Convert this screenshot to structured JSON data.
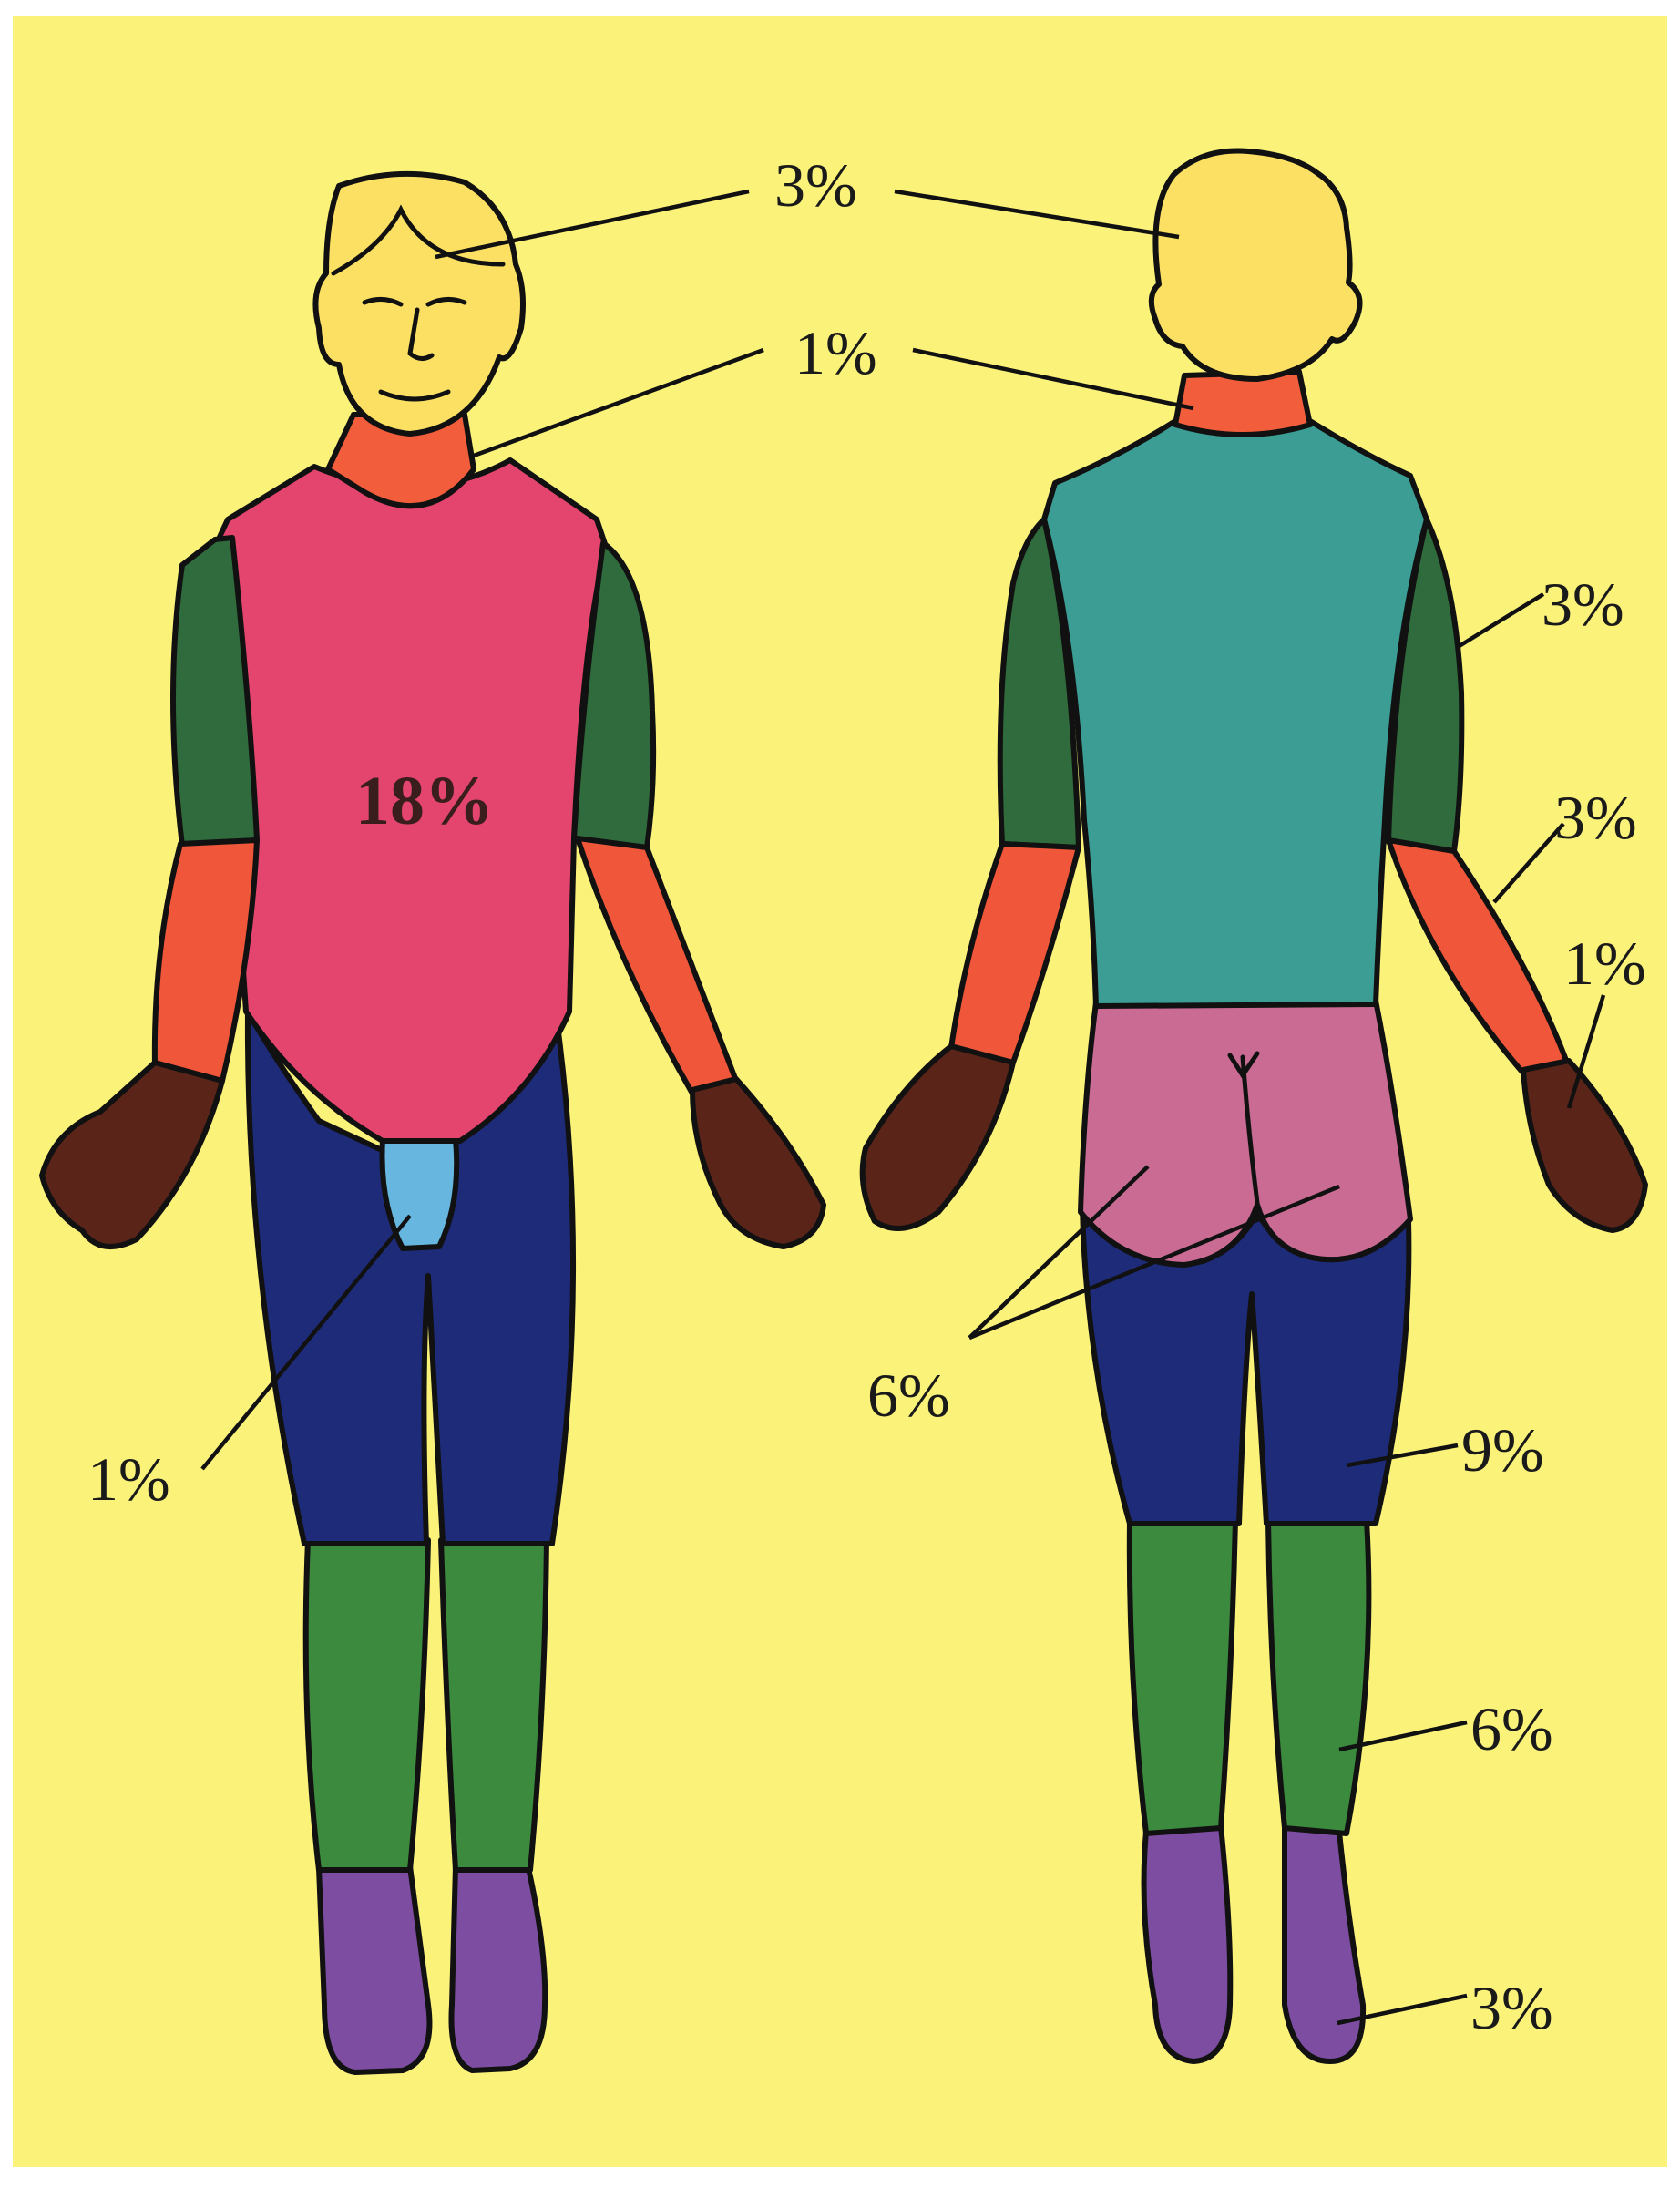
{
  "colors": {
    "background": "#fbf27a",
    "border": "#ffffff",
    "head": "#fbe063",
    "neck": "#f25e3c",
    "chest_front": "#e3456e",
    "back": "#3b9d94",
    "upper_arm": "#2f6b3c",
    "forearm": "#f0573a",
    "hand": "#5a2418",
    "genitals": "#66b6e0",
    "buttocks": "#c96b92",
    "thigh": "#1e2b78",
    "lower_leg": "#3c8a3e",
    "foot": "#7c4da0"
  },
  "labels": {
    "head": "3%",
    "neck": "1%",
    "trunk_front": "18%",
    "genitals": "1%",
    "upper_arm": "3%",
    "forearm": "3%",
    "hand": "1%",
    "buttocks": "6%",
    "thigh": "9%",
    "lower_leg": "6%",
    "foot": "3%"
  }
}
